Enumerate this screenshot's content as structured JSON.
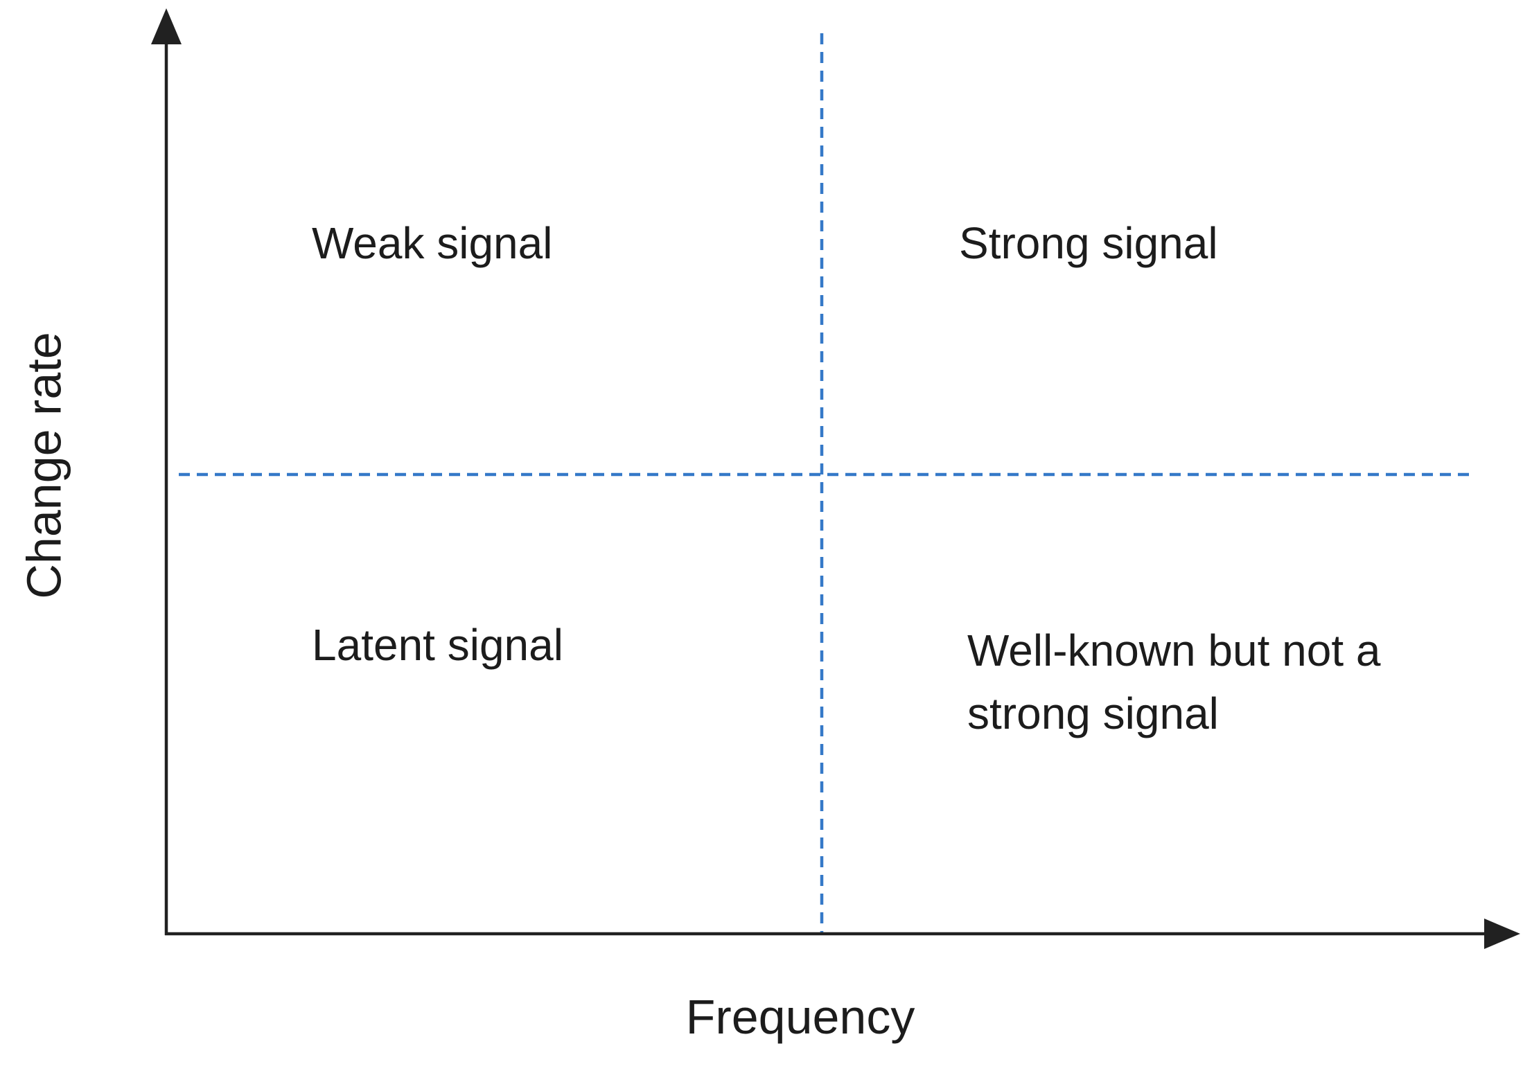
{
  "diagram": {
    "type": "quadrant-matrix",
    "axes": {
      "y_label": "Change rate",
      "x_label": "Frequency"
    },
    "quadrants": {
      "top_left": {
        "label": "Weak signal"
      },
      "top_right": {
        "label": "Strong signal"
      },
      "bottom_left": {
        "label": "Latent signal"
      },
      "bottom_right": {
        "label_line1": "Well-known but not a",
        "label_line2": "strong signal"
      }
    },
    "colors": {
      "axis": "#212121",
      "divider": "#3579c8",
      "text": "#1c1c1c",
      "background": "#ffffff"
    }
  }
}
